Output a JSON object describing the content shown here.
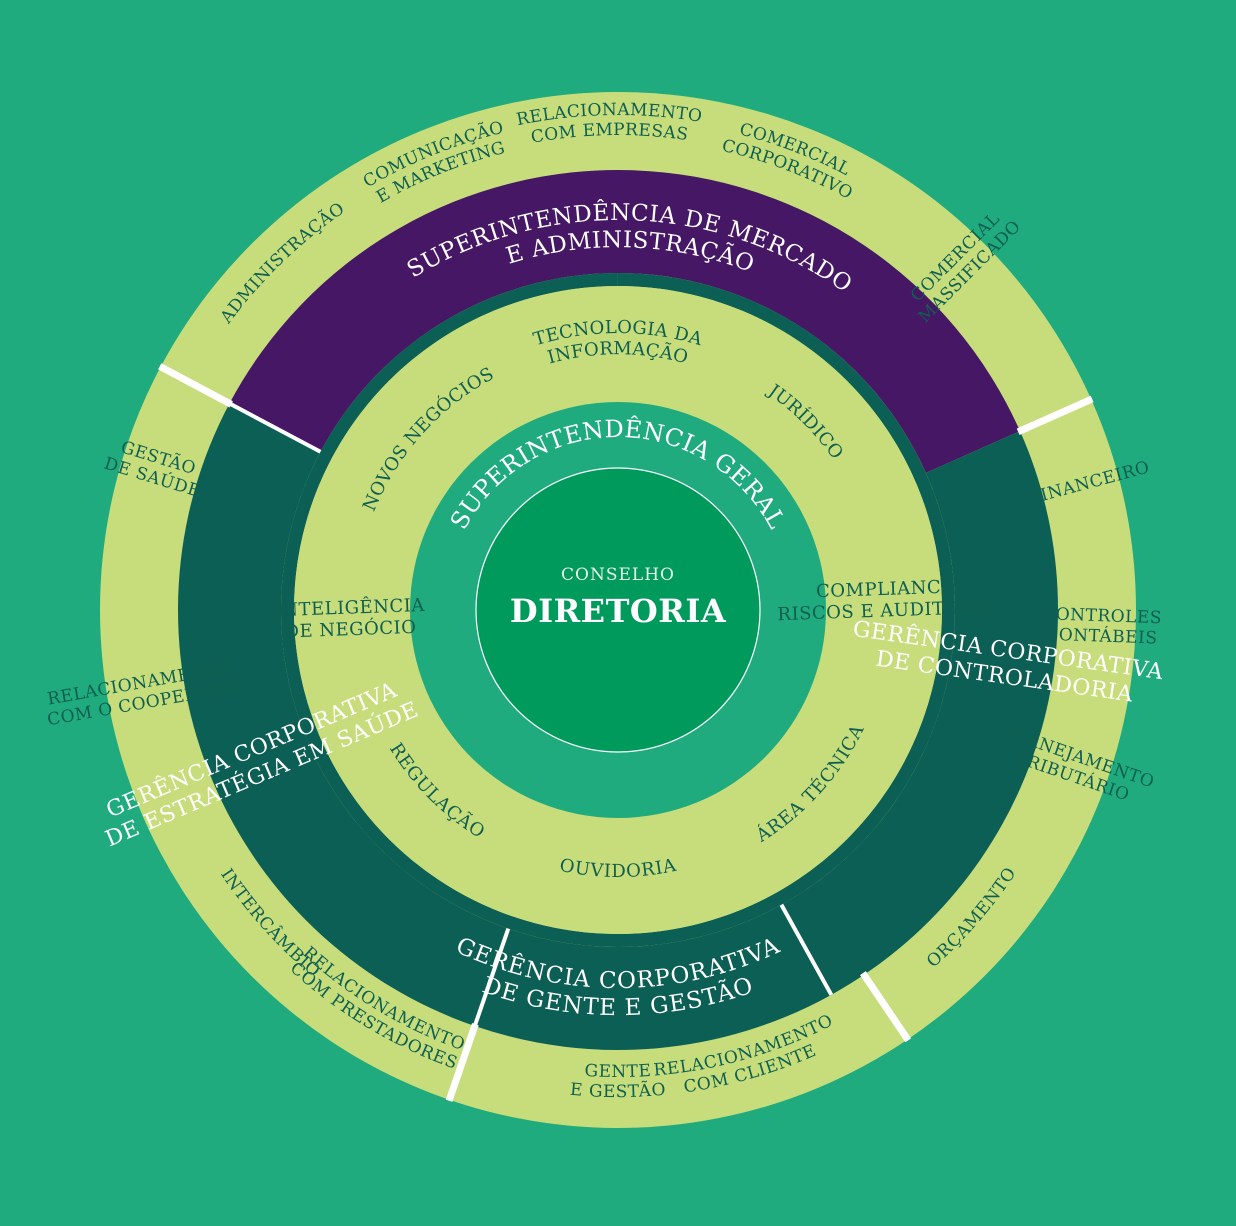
{
  "colors": {
    "background": "#1fab7d",
    "outer_ring": "#c7dd7c",
    "outer_text": "#0f5f50",
    "purple_band": "#451764",
    "dark_green_band": "#0c5f54",
    "band_text": "#ffffff",
    "middle_ring": "#c7dd7c",
    "general_ring": "#1fab7d",
    "center_disc": "#009a5c",
    "divider": "#ffffff"
  },
  "center": {
    "subtitle": "CONSELHO",
    "title": "DIRETORIA"
  },
  "general": {
    "title": "SUPERINTENDÊNCIA GERAL"
  },
  "inner_units": [
    {
      "id": "novos-negocios",
      "label": "NOVOS NEGÓCIOS"
    },
    {
      "id": "tecnologia",
      "lines": [
        "TECNOLOGIA DA",
        "INFORMAÇÃO"
      ]
    },
    {
      "id": "juridico",
      "label": "JURÍDICO"
    },
    {
      "id": "compliance",
      "lines": [
        "COMPLIANCE",
        "RISCOS E AUDITORIA"
      ]
    },
    {
      "id": "area-tecnica",
      "label": "ÁREA TÉCNICA"
    },
    {
      "id": "ouvidoria",
      "label": "OUVIDORIA"
    },
    {
      "id": "regulacao",
      "label": "REGULAÇÃO"
    },
    {
      "id": "inteligencia",
      "lines": [
        "INTELIGÊNCIA",
        "DE NEGÓCIO"
      ]
    }
  ],
  "bands": [
    {
      "id": "mercado",
      "lines": [
        "SUPERINTENDÊNCIA DE MERCADO",
        "E ADMINISTRAÇÃO"
      ]
    },
    {
      "id": "controladoria",
      "lines": [
        "GERÊNCIA CORPORATIVA",
        "DE CONTROLADORIA"
      ]
    },
    {
      "id": "gente",
      "lines": [
        "GERÊNCIA CORPORATIVA",
        "DE GENTE E GESTÃO"
      ]
    },
    {
      "id": "estrategia",
      "lines": [
        "GERÊNCIA CORPORATIVA",
        "DE ESTRATÉGIA EM SAÚDE"
      ]
    }
  ],
  "outer_units": [
    {
      "id": "administracao",
      "lines": [
        "ADMINISTRAÇÃO"
      ]
    },
    {
      "id": "comunicacao",
      "lines": [
        "COMUNICAÇÃO",
        "E MARKETING"
      ]
    },
    {
      "id": "rel-empresas",
      "lines": [
        "RELACIONAMENTO",
        "COM EMPRESAS"
      ]
    },
    {
      "id": "comercial-corporativo",
      "lines": [
        "COMERCIAL",
        "CORPORATIVO"
      ]
    },
    {
      "id": "comercial-massificado",
      "lines": [
        "COMERCIAL",
        "MASSIFICADO"
      ]
    },
    {
      "id": "financeiro",
      "lines": [
        "FINANCEIRO"
      ]
    },
    {
      "id": "controles",
      "lines": [
        "CONTROLES",
        "CONTÁBEIS"
      ]
    },
    {
      "id": "planejamento",
      "lines": [
        "PLANEJAMENTO",
        "TRIBUTÁRIO"
      ]
    },
    {
      "id": "orcamento",
      "lines": [
        "ORÇAMENTO"
      ]
    },
    {
      "id": "rel-cliente",
      "lines": [
        "RELACIONAMENTO",
        "COM CLIENTE"
      ]
    },
    {
      "id": "gente-gestao",
      "lines": [
        "GENTE",
        "E GESTÃO"
      ]
    },
    {
      "id": "rel-prestadores",
      "lines": [
        "RELACIONAMENTO",
        "COM PRESTADORES"
      ]
    },
    {
      "id": "intercambio",
      "lines": [
        "INTERCÂMBIO"
      ]
    },
    {
      "id": "rel-cooperado",
      "lines": [
        "RELACIONAMENTO",
        "COM O COOPERADO"
      ]
    },
    {
      "id": "gestao-saude",
      "lines": [
        "GESTÃO",
        "DE SAÚDE"
      ]
    }
  ]
}
